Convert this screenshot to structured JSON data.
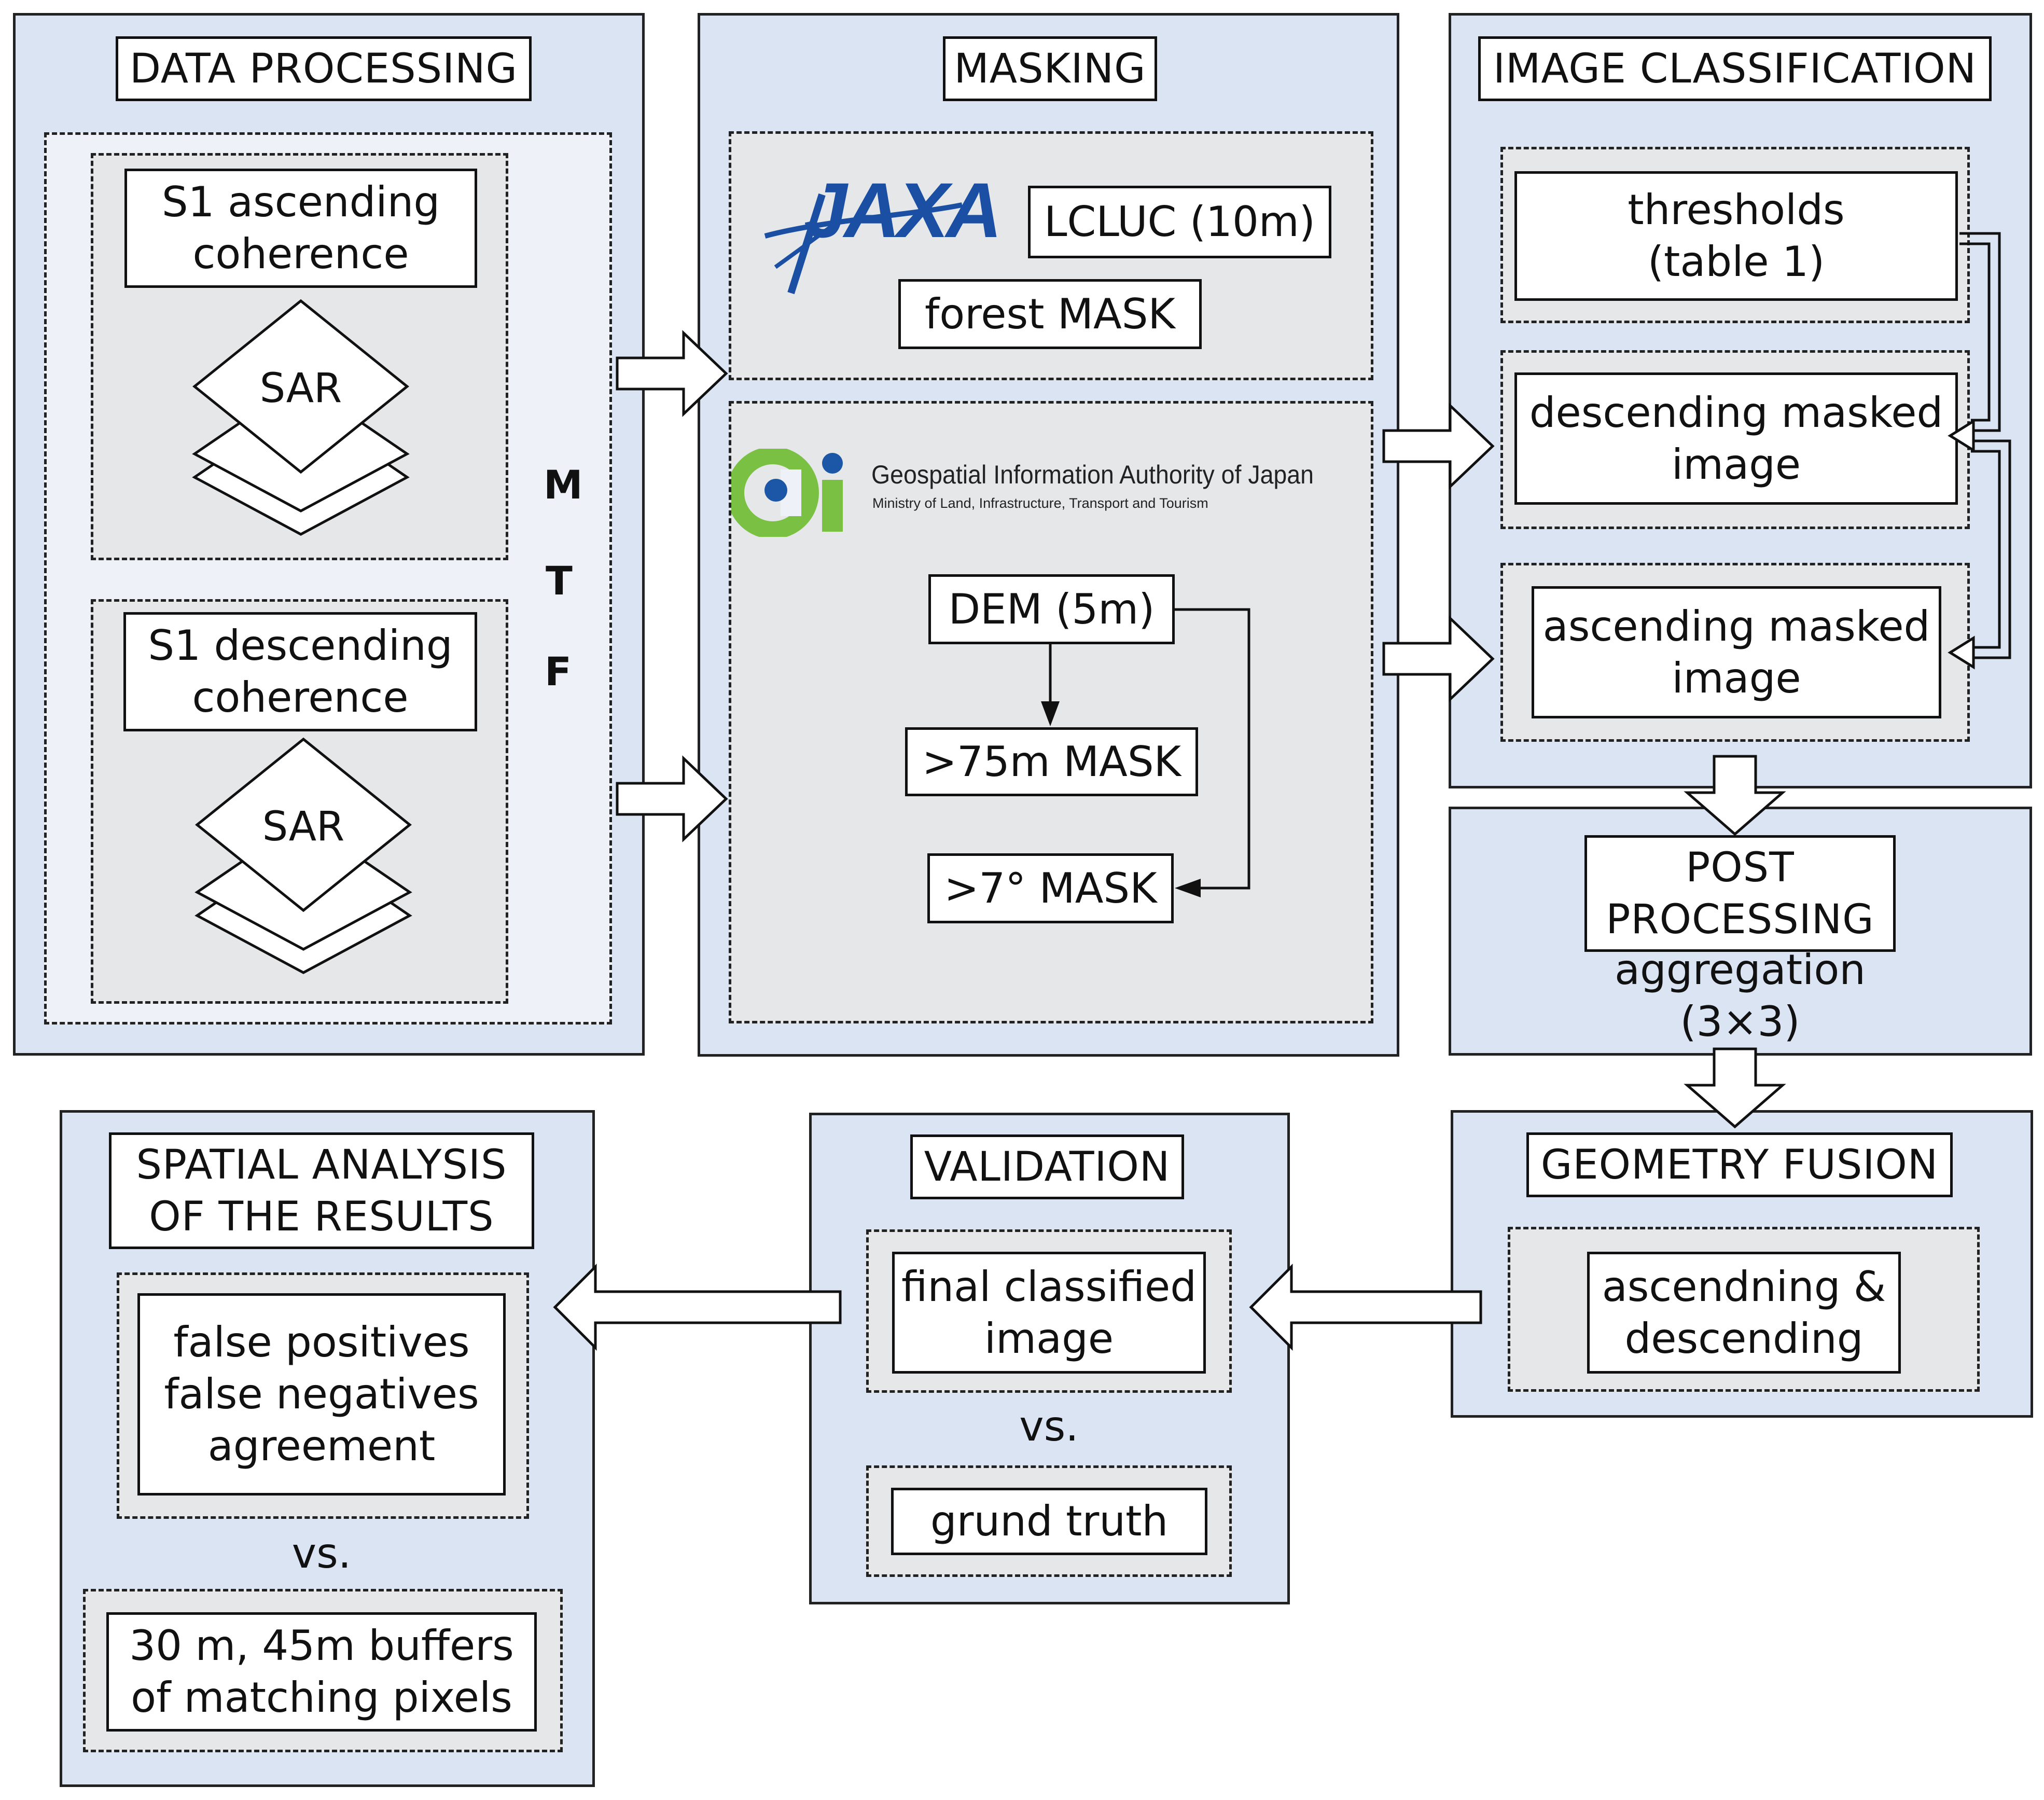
{
  "data_processing": {
    "title": "DATA PROCESSING",
    "ascending": "S1 ascending\ncoherence",
    "descending": "S1 descending\ncoherence",
    "sar_label": "SAR",
    "mtf_letters": [
      "M",
      "T",
      "F"
    ]
  },
  "masking": {
    "title": "MASKING",
    "jaxa_logo": "JAXA",
    "lcluc": "LCLUC (10m)",
    "forest_mask": "forest MASK",
    "gsi_logo_title": "Geospatial Information Authority of Japan",
    "gsi_logo_subtitle": "Ministry of Land, Infrastructure, Transport and Tourism",
    "dem": "DEM (5m)",
    "mask_75": ">75m MASK",
    "mask_7": ">7° MASK"
  },
  "image_classification": {
    "title": "IMAGE CLASSIFICATION",
    "thresholds": "thresholds\n(table 1)",
    "descending_masked": "descending masked\nimage",
    "ascending_masked": "ascending masked\nimage"
  },
  "post_processing": {
    "title": "POST\nPROCESSING",
    "subtitle": "aggregation\n(3×3)"
  },
  "geometry_fusion": {
    "title": "GEOMETRY FUSION",
    "content": "ascendning &\ndescending"
  },
  "validation": {
    "title": "VALIDATION",
    "final": "final classified\nimage",
    "vs": "vs.",
    "truth": "grund truth"
  },
  "spatial_analysis": {
    "title": "SPATIAL ANALYSIS\nOF THE RESULTS",
    "metrics": "false positives\nfalse negatives\nagreement",
    "vs": "vs.",
    "buffers": "30 m, 45m buffers\nof matching pixels"
  },
  "colors": {
    "panel_fill": "#dae4f3",
    "inner_fill": "#e6e7e9",
    "jaxa_blue": "#1a4fa3",
    "gsi_green": "#7ac143",
    "gsi_blue": "#1b57a6"
  }
}
